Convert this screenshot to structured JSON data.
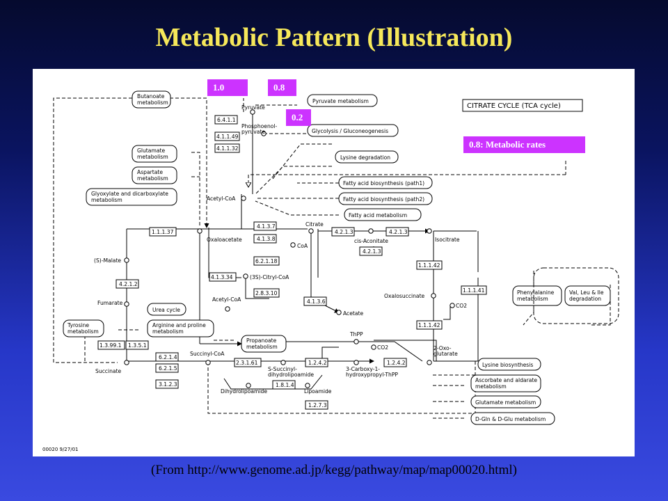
{
  "title": "Metabolic Pattern (Illustration)",
  "caption": "(From http://www.genome.ad.jp/kegg/pathway/map/map00020.html)",
  "rates": {
    "r1": "1.0",
    "r2": "0.8",
    "r3": "0.2",
    "legend": "0.8: Metabolic rates"
  },
  "colors": {
    "rate_box": "#cc33ff",
    "title": "#f6e85a"
  },
  "diagram": {
    "map_title": "CITRATE CYCLE (TCA cycle)",
    "footer": "00020  9/27/01",
    "pathways": {
      "butanoate": [
        "Butanoate",
        "metabolism"
      ],
      "glutamate": [
        "Glutamate",
        "metabolism"
      ],
      "aspartate": [
        "Aspartate",
        "metabolism"
      ],
      "glyoxylate": [
        "Glyoxylate and dicarboxylate",
        "metabolism"
      ],
      "pyruvate_met": [
        "Pyruvate metabolism"
      ],
      "glycolysis": [
        "Glycolysis / Gluconeogenesis"
      ],
      "lysine_deg": [
        "Lysine degradation"
      ],
      "fa_path1": [
        "Fatty acid biosynthesis (path1)"
      ],
      "fa_path2": [
        "Fatty acid biosynthesis (path2)"
      ],
      "fa_met": [
        "Fatty acid metabolism"
      ],
      "urea": [
        "Urea cycle"
      ],
      "tyrosine": [
        "Tyrosine",
        "metabolism"
      ],
      "arginine": [
        "Arginine and proline",
        "metabolism"
      ],
      "propanoate": [
        "Propanoate",
        "metabolism"
      ],
      "phenylalanine": [
        "Phenylalanine",
        "metabolism"
      ],
      "valine": [
        "Val, Leu & Ile",
        "degradation"
      ],
      "lysine_bio": [
        "Lysine biosynthesis"
      ],
      "ascorbate": [
        "Ascorbate and aldarate",
        "metabolism"
      ],
      "glutamate2": [
        "Glutamate metabolism"
      ],
      "dgln": [
        "D-Gln & D-Glu metabolism"
      ]
    },
    "enzymes": {
      "e6411": "6.4.1.1",
      "e41149": "4.1.1.49",
      "e41132": "4.1.1.32",
      "e11137": "1.1.1.37",
      "e4137": "4.1.3.7",
      "e4138": "4.1.3.8",
      "e62118": "6.2.1.18",
      "e41334": "4.1.3.34",
      "e28310": "2.8.3.10",
      "e4136": "4.1.3.6",
      "e4213a": "4.2.1.3",
      "e4213b": "4.2.1.3",
      "e4213c": "4.2.1.3",
      "e11142a": "1.1.1.42",
      "e11141": "1.1.1.41",
      "e11142b": "1.1.1.42",
      "e4212": "4.2.1.2",
      "e13991": "1.3.99.1",
      "e1351": "1.3.5.1",
      "e6214": "6.2.1.4",
      "e6215": "6.2.1.5",
      "e3123": "3.1.2.3",
      "e23161": "2.3.1.61",
      "e1242a": "1.2.4.2",
      "e1242b": "1.2.4.2",
      "e1814": "1.8.1.4",
      "e1273": "1.2.7.3"
    },
    "compounds": {
      "pyruvate": "Pyruvate",
      "pep": [
        "Phosphoenol-",
        "pyruvate"
      ],
      "acetylcoa": "Acetyl-CoA",
      "oxaloacetate": "Oxaloacetate",
      "citrate": "Citrate",
      "cisaconitate": "cis-Aconitate",
      "isocitrate": "Isocitrate",
      "coa": "CoA",
      "citrylcoa": "(3S)-Citryl-CoA",
      "acetylcoa2": "Acetyl-CoA",
      "acetate": "Acetate",
      "malate": "(S)-Malate",
      "fumarate": "Fumarate",
      "succinate": "Succinate",
      "succinylcoa": "Succinyl-CoA",
      "oxalosuccinate": "Oxalosuccinate",
      "co2a": "CO2",
      "oxoglutarate": [
        "2-Oxo-",
        "glutarate"
      ],
      "thpp": "ThPP",
      "co2b": "CO2",
      "ssd": [
        "S-Succinyl-",
        "dihydrolipoamide"
      ],
      "carboxy": [
        "3-Carboxy-1-",
        "hydroxypropyl-ThPP"
      ],
      "dihydrolipoamide": "Dihydrolipoamide",
      "lipoamide": "Lipoamide"
    }
  }
}
